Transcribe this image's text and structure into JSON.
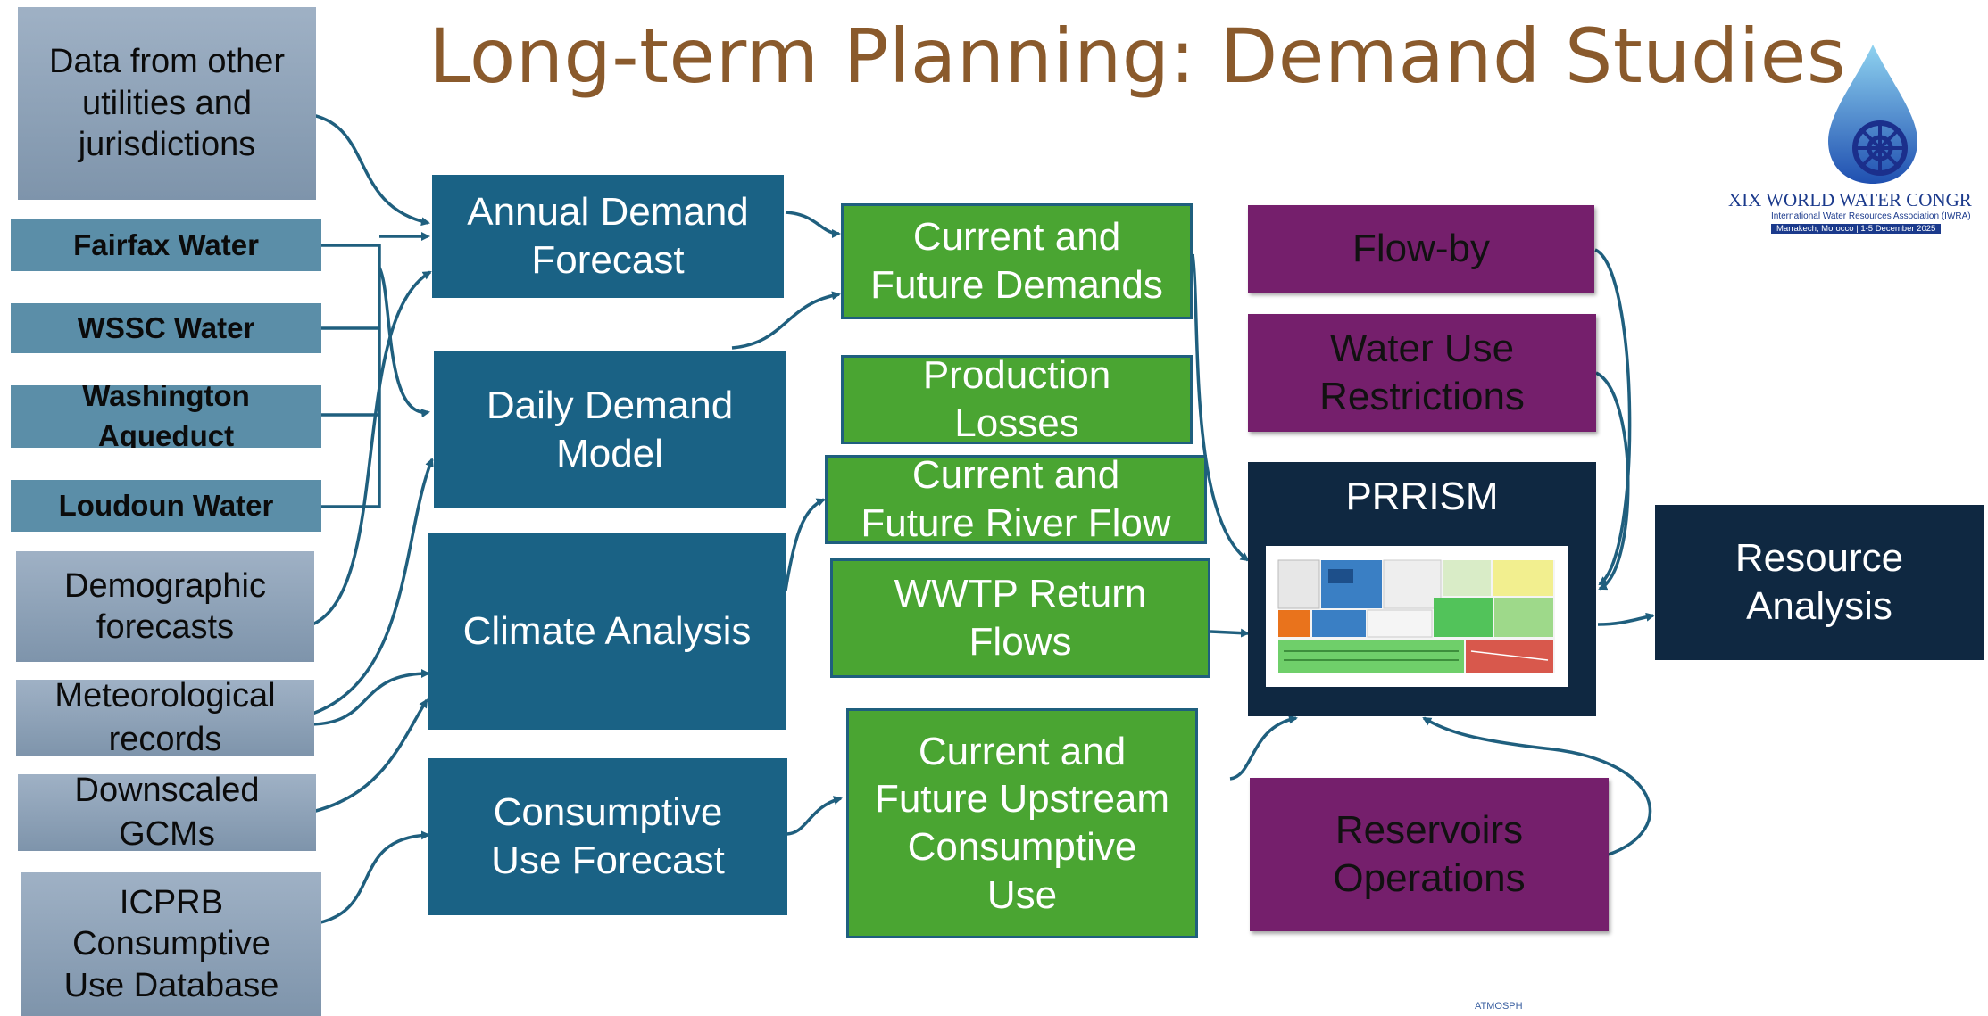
{
  "title": "Long-term Planning: Demand Studies",
  "sources": {
    "other_utilities": "Data from other\nutilities and\njurisdictions",
    "fairfax": "Fairfax Water",
    "wssc": "WSSC Water",
    "washington_aqueduct": "Washington\nAqueduct",
    "loudoun": "Loudoun Water",
    "demographic": "Demographic\nforecasts",
    "meteorological": "Meteorological\nrecords",
    "downscaled": "Downscaled\nGCMs",
    "icprb": "ICPRB\nConsumptive\nUse Database"
  },
  "models": {
    "annual_demand": "Annual Demand\nForecast",
    "daily_demand": "Daily Demand\nModel",
    "climate": "Climate Analysis",
    "consumptive": "Consumptive\nUse Forecast"
  },
  "outputs": {
    "demands": "Current and\nFuture Demands",
    "losses": "Production\nLosses",
    "river_flow": "Current and\nFuture River Flow",
    "wwtp": "WWTP Return\nFlows",
    "upstream": "Current and\nFuture Upstream\nConsumptive\nUse"
  },
  "operations": {
    "flow_by": "Flow-by",
    "restrictions": "Water Use\nRestrictions",
    "reservoirs": "Reservoirs\nOperations"
  },
  "prrism": "PRRISM",
  "resource_analysis": "Resource\nAnalysis",
  "logo": {
    "title": "XIX WORLD WATER CONGR",
    "subtitle": "International Water Resources Association (IWRA)",
    "date": "Marrakech, Morocco | 1-5 December 2025"
  },
  "seal_text": "ATMOSPH",
  "colors": {
    "model_blue": "#1a6285",
    "output_green": "#4aa532",
    "operation_purple": "#751f6c",
    "navy": "#0f2841",
    "arrow": "#1f5f7e",
    "title_brown": "#8a5a2c"
  }
}
